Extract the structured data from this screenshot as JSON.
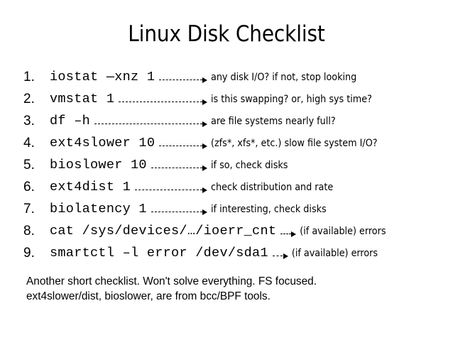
{
  "slide": {
    "title": "Linux Disk Checklist",
    "background_color": "#ffffff",
    "text_color": "#000000"
  },
  "checklist": {
    "items": [
      {
        "number": "1.",
        "command": "iostat —xnz 1",
        "arrow": "dashed-arrow-right",
        "description": "any disk I/O? if not, stop looking"
      },
      {
        "number": "2.",
        "command": "vmstat 1",
        "arrow": "dashed-arrow-right",
        "description": "is this swapping? or, high sys time?"
      },
      {
        "number": "3.",
        "command": "df –h",
        "arrow": "dashed-arrow-right",
        "description": "are file systems nearly full?"
      },
      {
        "number": "4.",
        "command": "ext4slower 10",
        "arrow": "dashed-arrow-right",
        "description": "(zfs*, xfs*, etc.) slow file system I/O?"
      },
      {
        "number": "5.",
        "command": "bioslower 10",
        "arrow": "dashed-arrow-right",
        "description": "if so, check disks"
      },
      {
        "number": "6.",
        "command": "ext4dist 1",
        "arrow": "dashed-arrow-right",
        "description": "check distribution and rate"
      },
      {
        "number": "7.",
        "command": "biolatency 1",
        "arrow": "dashed-arrow-right",
        "description": "if interesting, check disks"
      },
      {
        "number": "8.",
        "command": "cat /sys/devices/…/ioerr_cnt",
        "arrow": "dashed-arrow-right",
        "description": "(if available) errors"
      },
      {
        "number": "9.",
        "command": "smartctl –l error /dev/sda1",
        "arrow": "dashed-arrow-right",
        "description": "(if available) errors"
      }
    ]
  },
  "footer": {
    "line1": "Another short checklist. Won't solve everything. FS focused.",
    "line2": "ext4slower/dist, bioslower, are from bcc/BPF tools."
  }
}
